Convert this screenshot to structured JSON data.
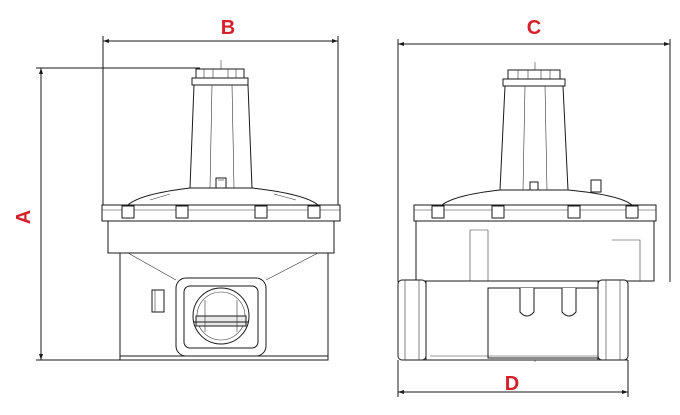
{
  "labels": {
    "a": "A",
    "b": "B",
    "c": "C",
    "d": "D"
  },
  "colors": {
    "label": "#d4202a",
    "line": "#1a1a1a",
    "background": "#ffffff"
  }
}
